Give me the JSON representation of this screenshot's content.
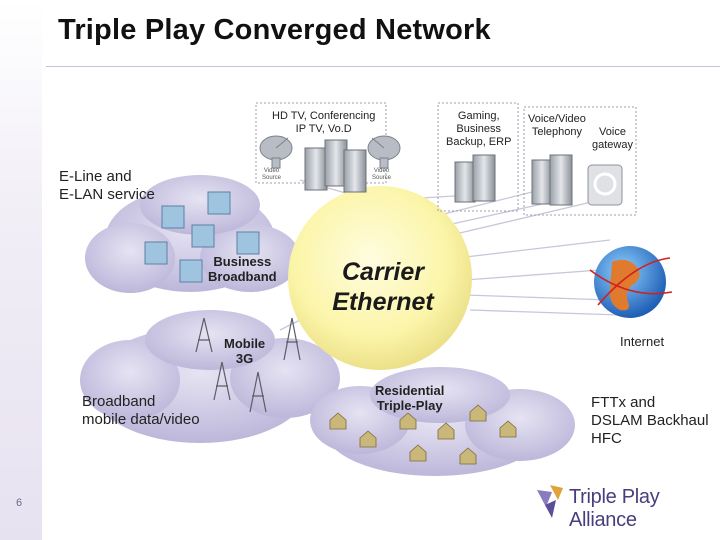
{
  "title": "Triple Play Converged Network",
  "page_number": "6",
  "center": {
    "line1": "Carrier",
    "line2": "Ethernet"
  },
  "services": {
    "hdtv": {
      "line1": "HD TV, Conferencing",
      "line2": "IP TV, Vo.D"
    },
    "video_source_1": {
      "line1": "Video",
      "line2": "Source"
    },
    "video_source_2": {
      "line1": "Video",
      "line2": "Source"
    },
    "gaming": {
      "line1": "Gaming,",
      "line2": "Business",
      "line3": "Backup, ERP"
    },
    "voice_video": {
      "line1": "Voice/Video",
      "line2": "Telephony"
    },
    "voice_gateway": {
      "line1": "Voice",
      "line2": "gateway"
    }
  },
  "clouds": {
    "eline": {
      "line1": "E-Line and",
      "line2": "E-LAN service"
    },
    "business": {
      "line1": "Business",
      "line2": "Broadband"
    },
    "mobile": {
      "line1": "Mobile",
      "line2": "3G"
    },
    "broadband_mobile": {
      "line1": "Broadband",
      "line2": "mobile data/video"
    },
    "residential": {
      "line1": "Residential",
      "line2": "Triple-Play"
    },
    "internet": "Internet",
    "fttx": {
      "line1": "FTTx and",
      "line2": "DSLAM Backhaul",
      "line3": "HFC"
    }
  },
  "logo": {
    "text": "Triple Play Alliance"
  },
  "colors": {
    "hub": "#fbf5a8",
    "cloud": "#cfcbe6",
    "title": "#111111",
    "logo": "#4a3d7d",
    "link": "#c9c6d8"
  }
}
